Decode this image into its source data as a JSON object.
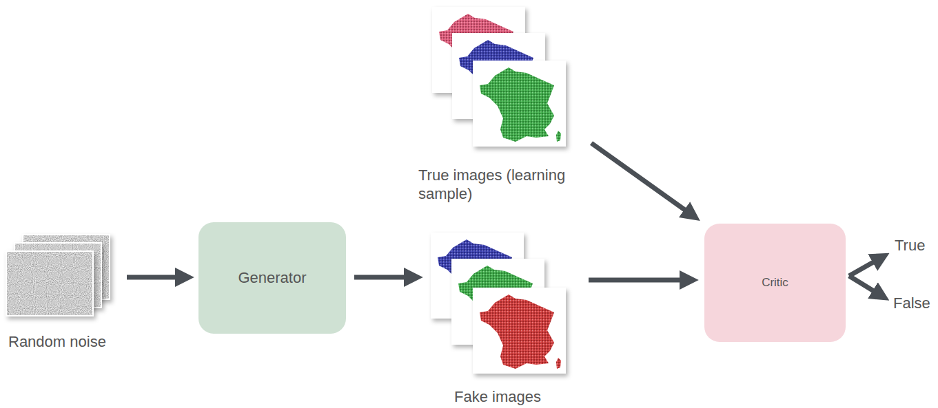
{
  "diagram": {
    "nodes": [
      {
        "text": [
          "Random noise"
        ]
      },
      {
        "text": [
          "True images (learning sample)"
        ]
      },
      {
        "text": [
          "Generator"
        ]
      },
      {
        "text": [
          "Fake images"
        ]
      },
      {
        "text": [
          "Critic"
        ]
      }
    ],
    "edges": [
      {
        "from": 0,
        "to": 2,
        "arrow": "to"
      },
      {
        "from": 2,
        "to": 3,
        "arrow": "to"
      },
      {
        "from": 1,
        "to": 4,
        "arrow": "to"
      },
      {
        "from": 3,
        "to": 4,
        "arrow": "to"
      }
    ],
    "labels": [
      "True",
      "False"
    ]
  }
}
